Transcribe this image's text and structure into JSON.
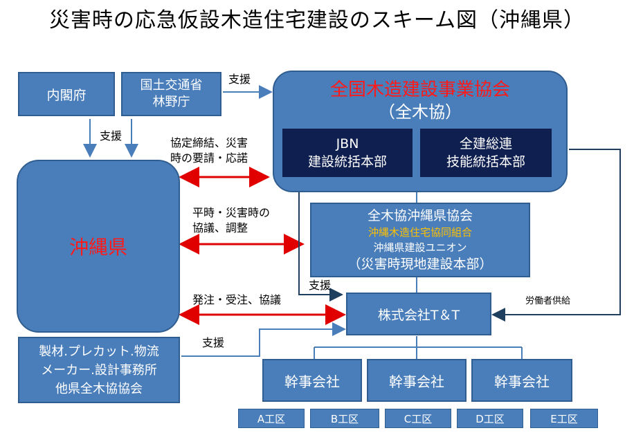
{
  "title": "災害時の応急仮設木造住宅建設のスキーム図（沖縄県）",
  "boxes": {
    "cabinet": "内閣府",
    "mlit_line1": "国土交通省",
    "mlit_line2": "林野庁",
    "zenmokkyo_line1": "全国木造建設事業協会",
    "zenmokkyo_line2": "（全木協）",
    "jbn_line1": "JBN",
    "jbn_line2": "建設統括本部",
    "zenkensoren_line1": "全建総連",
    "zenkensoren_line2": "技能統括本部",
    "okinawa_pref": "沖縄県",
    "okinawa_assoc_line1": "全木協沖縄県協会",
    "okinawa_assoc_line2": "沖縄木造住宅協同組合",
    "okinawa_assoc_line3": "沖縄県建設ユニオン",
    "okinawa_assoc_line4": "（災害時現地建設本部）",
    "tt": "株式会社T＆T",
    "makers_line1": "製材.プレカット.物流",
    "makers_line2": "メーカー.設計事務所",
    "makers_line3": "他県全木協協会",
    "lead_company": "幹事会社"
  },
  "labels": {
    "support": "支援",
    "agreement_line1": "協定締結、災害",
    "agreement_line2": "時の要請・応諾",
    "consult_line1": "平時・災害時の",
    "consult_line2": "協議、調整",
    "order": "発注・受注、協議",
    "labor_supply": "労働者供給"
  },
  "work_areas": [
    "A工区",
    "B工区",
    "C工区",
    "D工区",
    "E工区"
  ],
  "colors": {
    "box_fill": "#4a7ebb",
    "dark_box_fill": "#0f1f4f",
    "red_text": "#ff1a1a",
    "yellow_text": "#ffc000",
    "arrow_blue": "#4a7ebb",
    "arrow_red": "#e00000",
    "connector_dark": "#1f3f5f"
  }
}
